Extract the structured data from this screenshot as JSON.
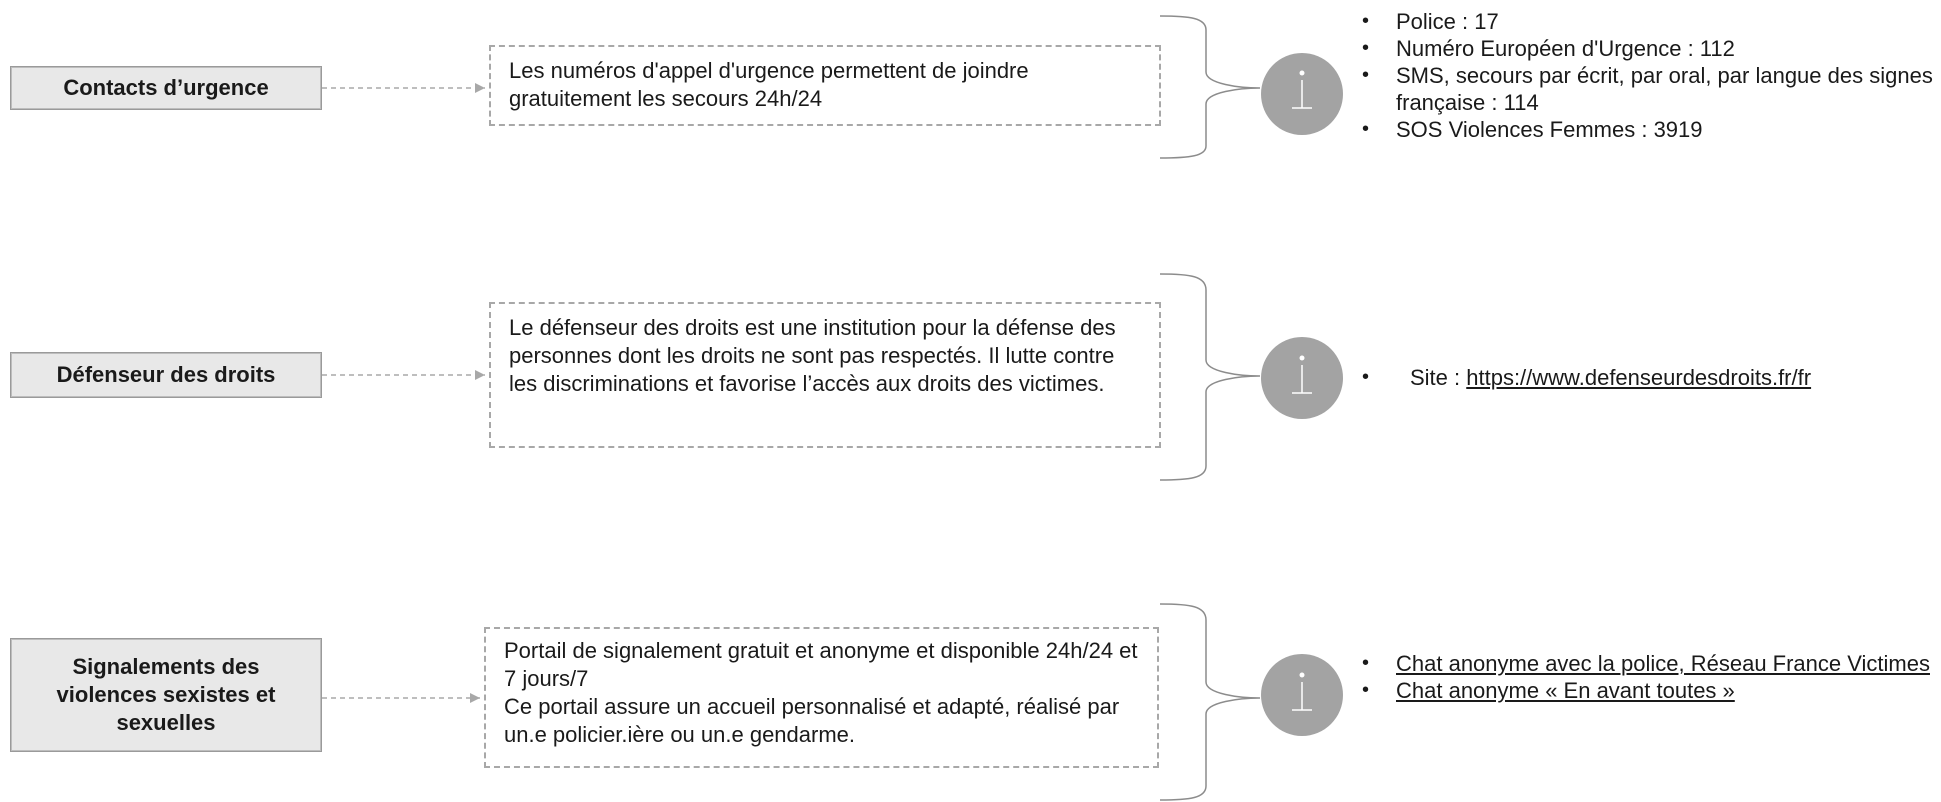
{
  "sections": [
    {
      "label": "Contacts d’urgence",
      "description": [
        "Les numéros d'appel d'urgence permettent de joindre gratuitement les secours 24h/24"
      ],
      "items": [
        {
          "text": "Police : 17",
          "link": false
        },
        {
          "text": "Numéro Européen d'Urgence : 112",
          "link": false
        },
        {
          "text": "SMS, secours par écrit, par oral, par langue des signes française : 114",
          "link": false
        },
        {
          "text": "SOS Violences Femmes : 3919",
          "link": false
        }
      ]
    },
    {
      "label": "Défenseur des droits",
      "description": [
        "Le défenseur des droits est une institution pour la défense des personnes dont les droits ne sont pas respectés. Il lutte contre les discriminations et favorise l’accès aux droits des victimes."
      ],
      "items": [
        {
          "prefix": "Site : ",
          "text": "https://www.defenseurdesdroits.fr/fr",
          "link": true
        }
      ]
    },
    {
      "label": "Signalements des violences sexistes et sexuelles",
      "description": [
        "Portail de signalement gratuit et anonyme et disponible 24h/24 et 7 jours/7",
        "Ce portail assure un accueil personnalisé et adapté, réalisé par un.e policier.ière ou un.e gendarme."
      ],
      "items": [
        {
          "text": "Chat anonyme avec la police, Réseau France Victimes",
          "link": true
        },
        {
          "text": "Chat anonyme « En avant toutes »",
          "link": true
        }
      ]
    }
  ],
  "colors": {
    "label_bg": "#e8e8e8",
    "dashed": "#a8a8a8",
    "info_circle": "#a3a3a3",
    "bracket": "#8c8c8c"
  },
  "icons": {
    "bullet": "•",
    "info": "info-icon"
  }
}
